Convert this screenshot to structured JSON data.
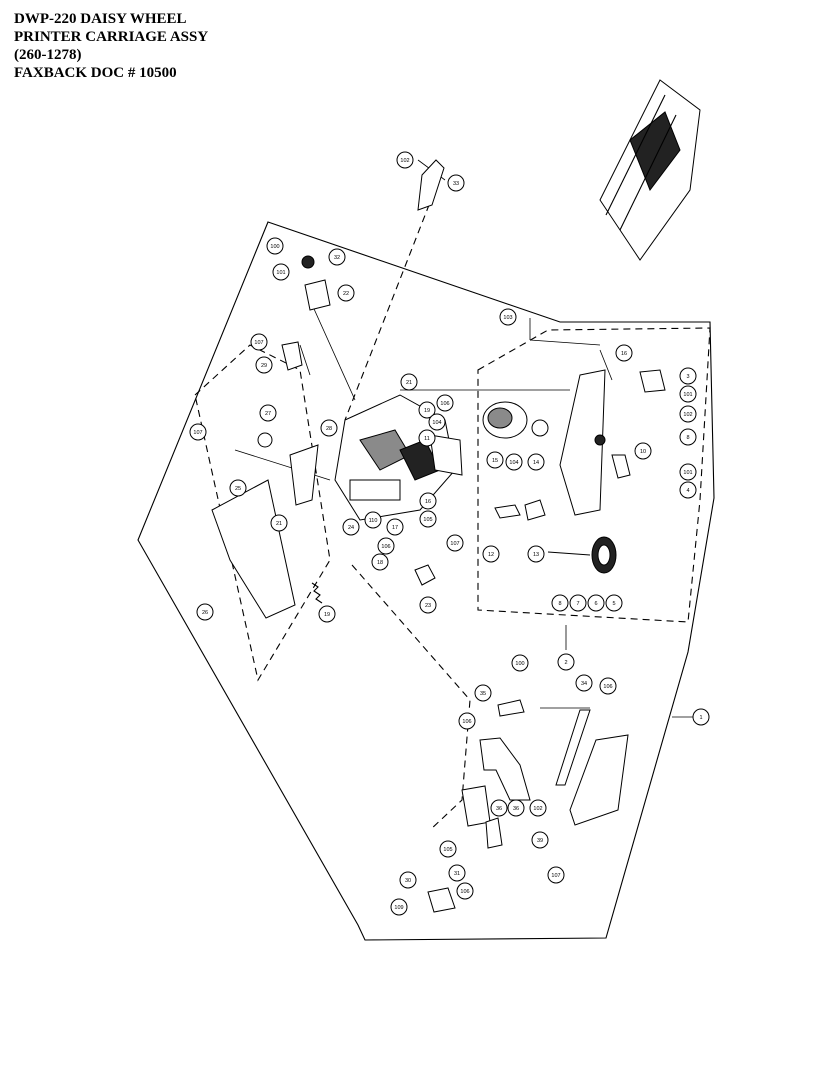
{
  "header": {
    "line1": "DWP-220  DAISY WHEEL",
    "line2": "PRINTER  CARRIAGE ASSY",
    "line3": "(260-1278)",
    "line4": "FAXBACK DOC # 10500"
  },
  "callouts": [
    {
      "id": "c-102a",
      "label": "102"
    },
    {
      "id": "c-33",
      "label": "33"
    },
    {
      "id": "c-100a",
      "label": "100"
    },
    {
      "id": "c-101a",
      "label": "101"
    },
    {
      "id": "c-32",
      "label": "32"
    },
    {
      "id": "c-22",
      "label": "22"
    },
    {
      "id": "c-103a",
      "label": "103"
    },
    {
      "id": "c-107a",
      "label": "107"
    },
    {
      "id": "c-16a",
      "label": "16"
    },
    {
      "id": "c-3",
      "label": "3"
    },
    {
      "id": "c-101b",
      "label": "101"
    },
    {
      "id": "c-102b",
      "label": "102"
    },
    {
      "id": "c-8",
      "label": "8"
    },
    {
      "id": "c-101c",
      "label": "101"
    },
    {
      "id": "c-4",
      "label": "4"
    },
    {
      "id": "c-10",
      "label": "10"
    },
    {
      "id": "c-15",
      "label": "15"
    },
    {
      "id": "c-104a",
      "label": "104"
    },
    {
      "id": "c-14",
      "label": "14"
    },
    {
      "id": "c-12",
      "label": "12"
    },
    {
      "id": "c-13",
      "label": "13"
    },
    {
      "id": "c-8b",
      "label": "8"
    },
    {
      "id": "c-7",
      "label": "7"
    },
    {
      "id": "c-6",
      "label": "6"
    },
    {
      "id": "c-5",
      "label": "5"
    },
    {
      "id": "c-2",
      "label": "2"
    },
    {
      "id": "c-1",
      "label": "1"
    },
    {
      "id": "c-107b",
      "label": "107"
    },
    {
      "id": "c-29",
      "label": "29"
    },
    {
      "id": "c-27",
      "label": "27"
    },
    {
      "id": "c-25",
      "label": "25"
    },
    {
      "id": "c-28",
      "label": "28"
    },
    {
      "id": "c-21a",
      "label": "21"
    },
    {
      "id": "c-106a",
      "label": "106"
    },
    {
      "id": "c-19a",
      "label": "19"
    },
    {
      "id": "c-104b",
      "label": "104"
    },
    {
      "id": "c-11a",
      "label": "11"
    },
    {
      "id": "c-110",
      "label": "110"
    },
    {
      "id": "c-24",
      "label": "24"
    },
    {
      "id": "c-21b",
      "label": "21"
    },
    {
      "id": "c-17",
      "label": "17"
    },
    {
      "id": "c-106b",
      "label": "106"
    },
    {
      "id": "c-18",
      "label": "18"
    },
    {
      "id": "c-105",
      "label": "105"
    },
    {
      "id": "c-16b",
      "label": "16"
    },
    {
      "id": "c-107c",
      "label": "107"
    },
    {
      "id": "c-19b",
      "label": "19"
    },
    {
      "id": "c-26",
      "label": "26"
    },
    {
      "id": "c-23",
      "label": "23"
    },
    {
      "id": "c-100b",
      "label": "100"
    },
    {
      "id": "c-35",
      "label": "35"
    },
    {
      "id": "c-106c",
      "label": "106"
    },
    {
      "id": "c-36",
      "label": "36"
    },
    {
      "id": "c-36b",
      "label": "36"
    },
    {
      "id": "c-102c",
      "label": "102"
    },
    {
      "id": "c-105b",
      "label": "105"
    },
    {
      "id": "c-31",
      "label": "31"
    },
    {
      "id": "c-106d",
      "label": "106"
    },
    {
      "id": "c-34",
      "label": "34"
    },
    {
      "id": "c-106e",
      "label": "106"
    },
    {
      "id": "c-39",
      "label": "39"
    },
    {
      "id": "c-107d",
      "label": "107"
    },
    {
      "id": "c-30",
      "label": "30"
    },
    {
      "id": "c-109",
      "label": "109"
    }
  ]
}
